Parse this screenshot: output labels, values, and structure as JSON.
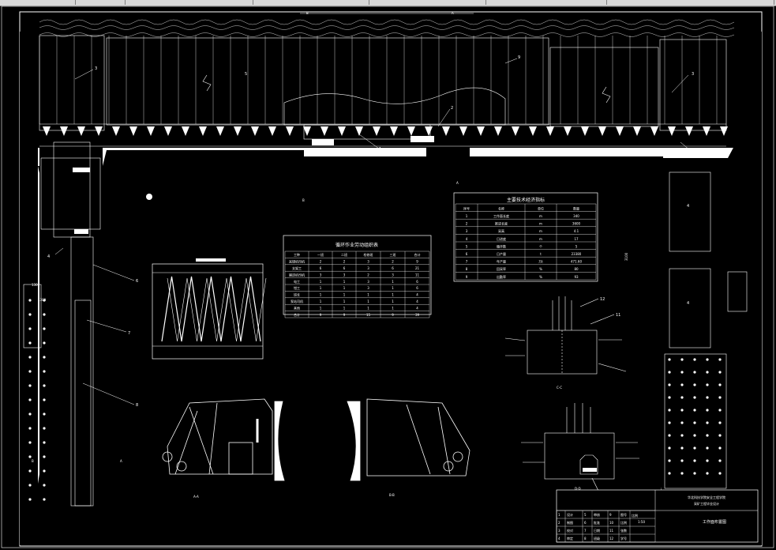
{
  "toolbar": {
    "segments": 7
  },
  "colors": {
    "background": "#000000",
    "line": "#ffffff",
    "toolbar": "#d9d9d9"
  },
  "section_marks": {
    "a_a": "A-A",
    "b_b": "B-B",
    "c_c": "C-C",
    "d_d": "D-D",
    "a_top": "A",
    "b_top": "B",
    "a_mid": "A",
    "b_mid": "B"
  },
  "callouts": [
    "1",
    "2",
    "3",
    "4",
    "5",
    "6",
    "7",
    "8",
    "9",
    "10",
    "11",
    "12"
  ],
  "dimensions": {
    "d1": "1300",
    "d2": "1300",
    "d3": "3100"
  },
  "cycle_chart": {
    "title": "",
    "series_count": 5
  },
  "schedule_table": {
    "title": "循环作业劳动组织表",
    "headers": [
      "工种",
      "一班",
      "二班",
      "检修班",
      "三班",
      "合计"
    ],
    "rows": [
      [
        "采煤机司机",
        "2",
        "2",
        "3",
        "2",
        "9"
      ],
      [
        "支架工",
        "6",
        "6",
        "3",
        "6",
        "21"
      ],
      [
        "输送机司机",
        "3",
        "3",
        "2",
        "3",
        "11"
      ],
      [
        "电工",
        "1",
        "1",
        "3",
        "1",
        "6"
      ],
      [
        "钳工",
        "1",
        "1",
        "3",
        "1",
        "6"
      ],
      [
        "班长",
        "1",
        "1",
        "1",
        "1",
        "4"
      ],
      [
        "泵站司机",
        "1",
        "1",
        "1",
        "1",
        "4"
      ],
      [
        "其他",
        "1",
        "1",
        "1",
        "1",
        "4"
      ],
      [
        "合计",
        "9",
        "9",
        "15",
        "9",
        "39"
      ]
    ]
  },
  "params_table": {
    "title": "主要技术经济指标",
    "headers": [
      "序号",
      "名称",
      "单位",
      "数量"
    ],
    "rows": [
      [
        "1",
        "工作面长度",
        "m",
        "340"
      ],
      [
        "2",
        "推进长度",
        "m",
        "3600"
      ],
      [
        "3",
        "采高",
        "m",
        "4.1"
      ],
      [
        "4",
        "日进度",
        "m",
        "17"
      ],
      [
        "5",
        "循环数",
        "个",
        "5"
      ],
      [
        "6",
        "日产量",
        "t",
        "23380"
      ],
      [
        "7",
        "年产量",
        "万t",
        "471.60"
      ],
      [
        "8",
        "回采率",
        "%",
        "80"
      ],
      [
        "9",
        "出勤率",
        "%",
        "93"
      ]
    ]
  },
  "title_block": {
    "school_line1": "华北科技学院安全工程学院",
    "school_line2": "采矿工程毕业设计",
    "drawing_name": "工作面布置图",
    "scale_label": "比例",
    "scale": "1:50",
    "rows": [
      [
        "1",
        "设计",
        "5",
        "审核",
        "9",
        "图号"
      ],
      [
        "2",
        "制图",
        "6",
        "批准",
        "10",
        "比例"
      ],
      [
        "3",
        "校对",
        "7",
        "日期",
        "11",
        "张数"
      ],
      [
        "4",
        "审定",
        "8",
        "班级",
        "12",
        "学号"
      ]
    ]
  }
}
